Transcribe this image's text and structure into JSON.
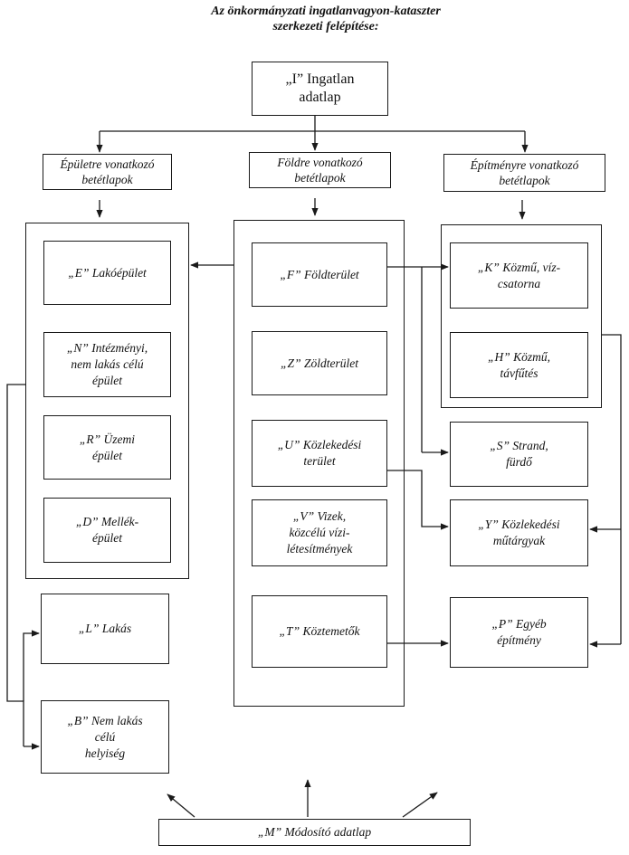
{
  "title": {
    "line1": "Az önkormányzati ingatlanvagyon-kataszter",
    "line2": "szerkezeti felépítése:"
  },
  "root": {
    "label": "„I” Ingatlan\nadatlap"
  },
  "categories": {
    "building": "Épületre vonatkozó\nbetétlapok",
    "land": "Földre vonatkozó\nbetétlapok",
    "structure": "Építményre vonatkozó\nbetétlapok"
  },
  "nodes": {
    "E": "„E” Lakóépület",
    "N": "„N” Intézményi,\nnem lakás célú\népület",
    "R": "„R” Üzemi\népület",
    "D": "„D” Mellék-\népület",
    "L": "„L” Lakás",
    "B": "„B” Nem lakás\ncélú\nhelyiség",
    "F": "„F” Földterület",
    "Z": "„Z” Zöldterület",
    "U": "„U” Közlekedési\nterület",
    "V": "„V” Vizek,\nközcélú vízi-\nlétesítmények",
    "T": "„T” Köztemetők",
    "K": "„K” Közmű, víz-\ncsatorna",
    "H": "„H” Közmű,\ntávfűtés",
    "S": "„S” Strand,\nfürdő",
    "Y": "„Y” Közlekedési\nműtárgyak",
    "P": "„P” Egyéb\népítmény",
    "M": "„M” Módosító adatlap"
  },
  "colors": {
    "line": "#1a1a1a",
    "background": "#ffffff"
  }
}
